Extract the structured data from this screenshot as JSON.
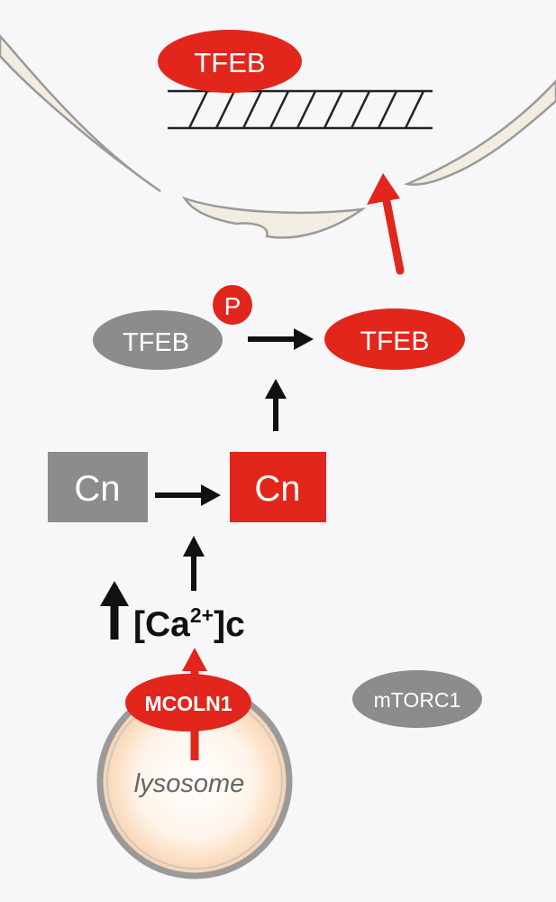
{
  "nucleus": {
    "tfeb_label": "TFEB"
  },
  "pathway": {
    "tfeb_phospho_label": "TFEB",
    "phospho_badge": "P",
    "tfeb_active_label": "TFEB",
    "cn_inactive_label": "Cn",
    "cn_active_label": "Cn"
  },
  "calcium": {
    "prefix": "[Ca",
    "superscript": "2+",
    "suffix": "]c"
  },
  "lysosome": {
    "channel_label": "MCOLN1",
    "label": "lysosome"
  },
  "mtorc1": {
    "label": "mTORC1"
  },
  "colors": {
    "active_red": "#e2261c",
    "inactive_gray": "#8c8c8c",
    "arrow_black": "#111111",
    "membrane_fill": "#f3ece0",
    "membrane_stroke": "#9a9a9a",
    "lysosome_fill": "#fbe3c9"
  }
}
